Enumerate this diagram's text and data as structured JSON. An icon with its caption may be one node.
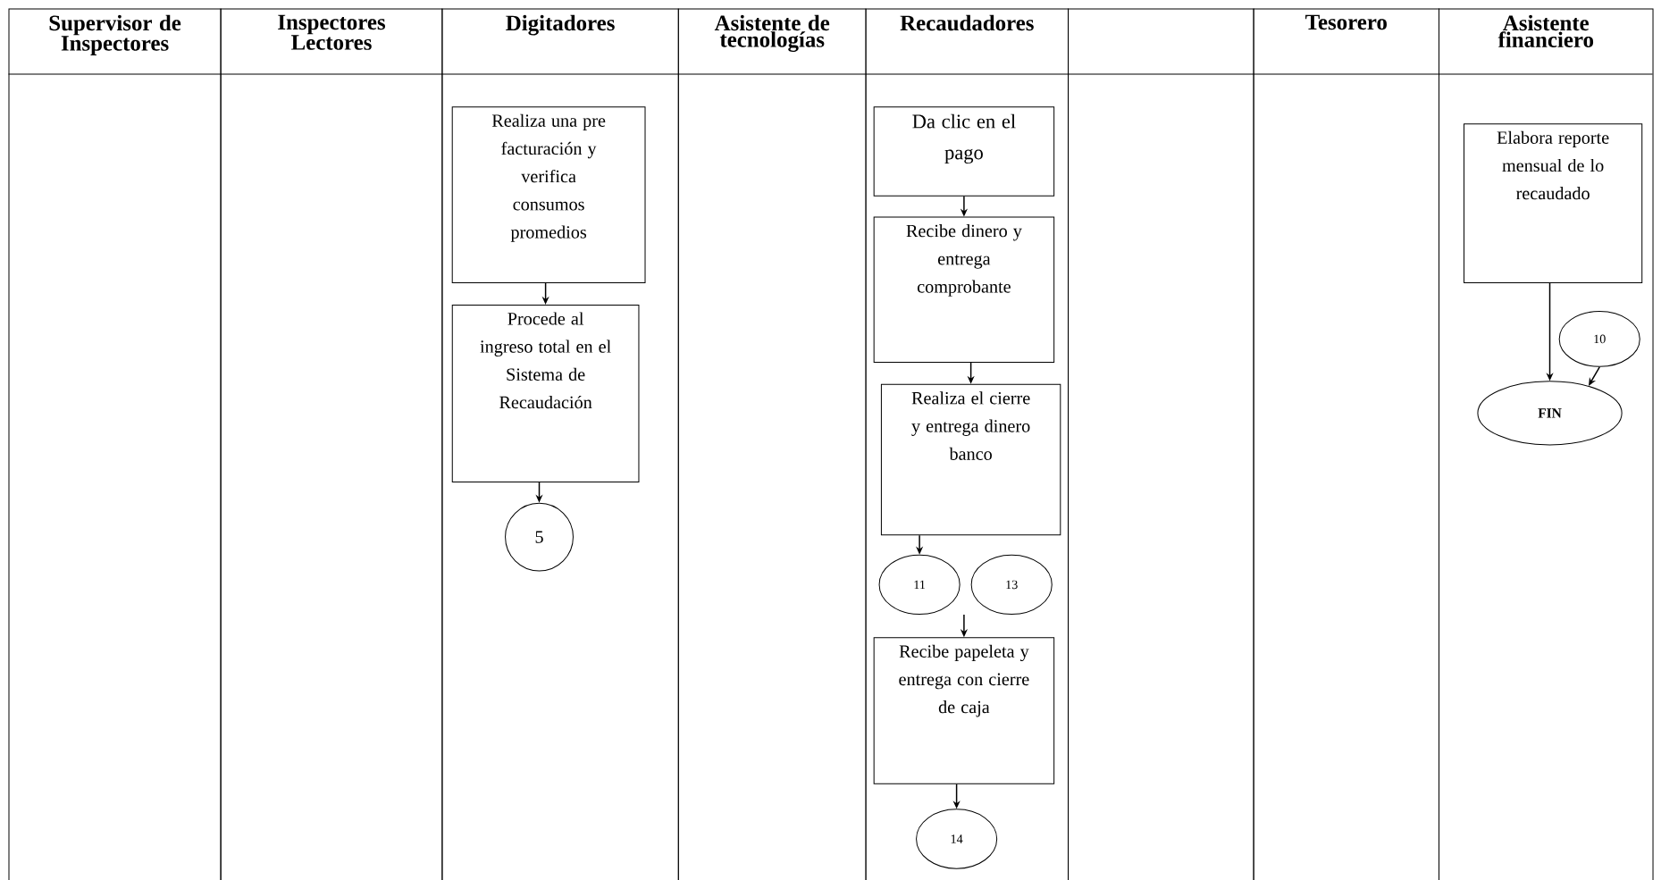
{
  "diagram": {
    "nodes": [
      {
        "text": [
          "Supervisor de Inspectores"
        ]
      },
      {
        "text": [
          "Inspectores Lectores"
        ]
      },
      {
        "text": [
          "Digitadores"
        ]
      },
      {
        "text": [
          "Asistente de tecnologías"
        ]
      },
      {
        "text": [
          "Recaudadores"
        ]
      },
      {
        "text": [],
        "shape": "box"
      },
      {
        "text": [
          "Tesorero"
        ]
      },
      {
        "text": [
          "Asistente financiero"
        ]
      },
      {
        "text": [
          "Realiza una pre facturación y verifica consumos promedios"
        ],
        "in": 2
      },
      {
        "text": [
          "Procede al ingreso total en el Sistema de Recaudación"
        ],
        "in": 2
      },
      {
        "text": [
          "5"
        ],
        "in": 2
      },
      {
        "text": [
          "Da clic en el pago"
        ],
        "in": 4
      },
      {
        "text": [
          "Recibe dinero y entrega comprobante"
        ],
        "in": 4
      },
      {
        "text": [
          "Realiza el cierre y entrega dinero banco"
        ],
        "in": 4
      },
      {
        "text": [
          "11"
        ],
        "in": 4
      },
      {
        "text": [
          "13"
        ],
        "in": 4
      },
      {
        "text": [
          "Recibe papeleta y entrega con cierre de caja"
        ],
        "in": 4
      },
      {
        "text": [
          "14"
        ],
        "in": 4
      },
      {
        "text": [
          "Elabora reporte mensual de lo recaudado"
        ],
        "in": 7
      },
      {
        "text": [
          "10"
        ],
        "in": 7
      },
      {
        "text": [
          "FIN"
        ],
        "in": 7
      }
    ],
    "edges": [
      {
        "from": 8,
        "to": 9,
        "arrow": "to"
      },
      {
        "from": 9,
        "to": 10,
        "arrow": "to"
      },
      {
        "from": 11,
        "to": 12,
        "arrow": "to"
      },
      {
        "from": 12,
        "to": 13,
        "arrow": "to"
      },
      {
        "from": 13,
        "to": 14,
        "arrow": "to"
      },
      {
        "from": 15,
        "to": 16,
        "arrow": "to"
      },
      {
        "from": 16,
        "to": 17,
        "arrow": "to"
      },
      {
        "from": 18,
        "to": 20,
        "arrow": "to"
      },
      {
        "from": 19,
        "to": 20,
        "arrow": "to"
      }
    ]
  }
}
